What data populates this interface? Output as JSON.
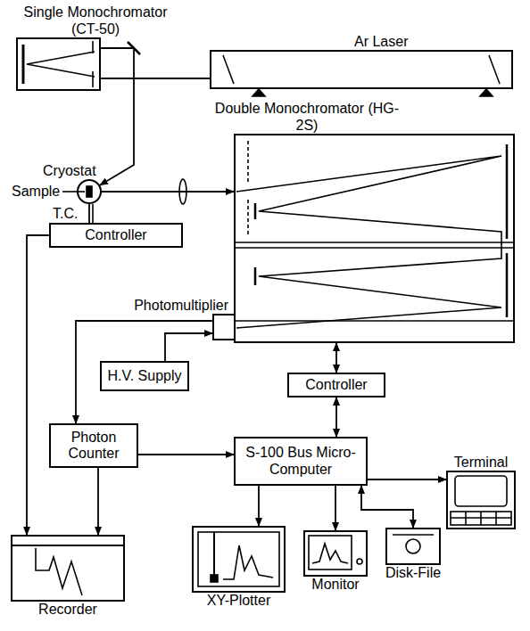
{
  "diagram": {
    "nodes": [
      {
        "text": [
          "Single Monochromator (CT-50)"
        ]
      },
      {
        "text": [
          "Ar Laser"
        ]
      },
      {
        "text": [
          "Double Monochromator (HG-2S)"
        ]
      },
      {
        "text": [
          "Cryostat"
        ]
      },
      {
        "text": [
          "Controller"
        ]
      },
      {
        "text": [
          "Photomultiplier"
        ]
      },
      {
        "text": [
          "H.V. Supply"
        ]
      },
      {
        "text": [
          "Controller"
        ]
      },
      {
        "text": [
          "Photon Counter"
        ]
      },
      {
        "text": [
          "S-100 Bus Micro-Computer"
        ]
      },
      {
        "text": [
          "Terminal"
        ]
      },
      {
        "text": [
          "Recorder"
        ]
      },
      {
        "text": [
          "XY-Plotter"
        ]
      },
      {
        "text": [
          "Monitor"
        ]
      },
      {
        "text": [
          "Disk-File"
        ]
      }
    ],
    "edges": [
      {
        "from": 1,
        "to": 0,
        "arrow": "none"
      },
      {
        "from": 0,
        "to": 3,
        "arrow": "to"
      },
      {
        "from": 3,
        "to": 2,
        "arrow": "to"
      },
      {
        "from": 3,
        "to": 4,
        "arrow": "none"
      },
      {
        "from": 4,
        "to": 11,
        "arrow": "to"
      },
      {
        "from": 6,
        "to": 5,
        "arrow": "to"
      },
      {
        "from": 5,
        "to": 8,
        "arrow": "to"
      },
      {
        "from": 2,
        "to": 7,
        "arrow": "both"
      },
      {
        "from": 7,
        "to": 9,
        "arrow": "both"
      },
      {
        "from": 8,
        "to": 9,
        "arrow": "to"
      },
      {
        "from": 8,
        "to": 11,
        "arrow": "to"
      },
      {
        "from": 9,
        "to": 10,
        "arrow": "to"
      },
      {
        "from": 9,
        "to": 12,
        "arrow": "to"
      },
      {
        "from": 9,
        "to": 13,
        "arrow": "to"
      },
      {
        "from": 9,
        "to": 14,
        "arrow": "both"
      }
    ],
    "labels": [
      "Sample",
      "T.C."
    ]
  }
}
